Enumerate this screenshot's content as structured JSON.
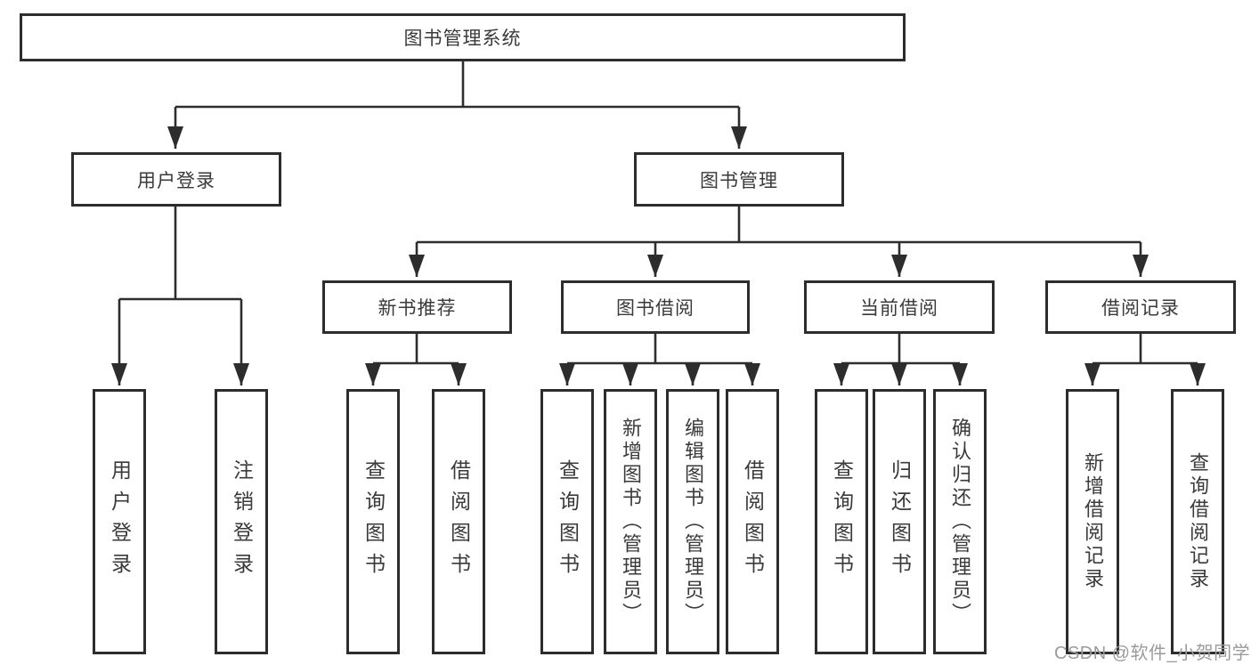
{
  "tree": {
    "label": "图书管理系统",
    "children": [
      {
        "label": "用户登录",
        "children": [
          {
            "label": "用户登录"
          },
          {
            "label": "注销登录"
          }
        ]
      },
      {
        "label": "图书管理",
        "children": [
          {
            "label": "新书推荐",
            "children": [
              {
                "label": "查询图书"
              },
              {
                "label": "借阅图书"
              }
            ]
          },
          {
            "label": "图书借阅",
            "children": [
              {
                "label": "查询图书"
              },
              {
                "label": "新增图书（管理员）"
              },
              {
                "label": "编辑图书（管理员）"
              },
              {
                "label": "借阅图书"
              }
            ]
          },
          {
            "label": "当前借阅",
            "children": [
              {
                "label": "查询图书"
              },
              {
                "label": "归还图书"
              },
              {
                "label": "确认归还（管理员）"
              }
            ]
          },
          {
            "label": "借阅记录",
            "children": [
              {
                "label": "新增借阅记录"
              },
              {
                "label": "查询借阅记录"
              }
            ]
          }
        ]
      }
    ]
  },
  "watermark": "CSDN @软件_小贺同学",
  "colors": {
    "line": "#2d2d2d",
    "box_border": "#2d2d2d",
    "text": "#3a3a3a",
    "watermark": "#9b9b9b",
    "background": "#ffffff"
  }
}
